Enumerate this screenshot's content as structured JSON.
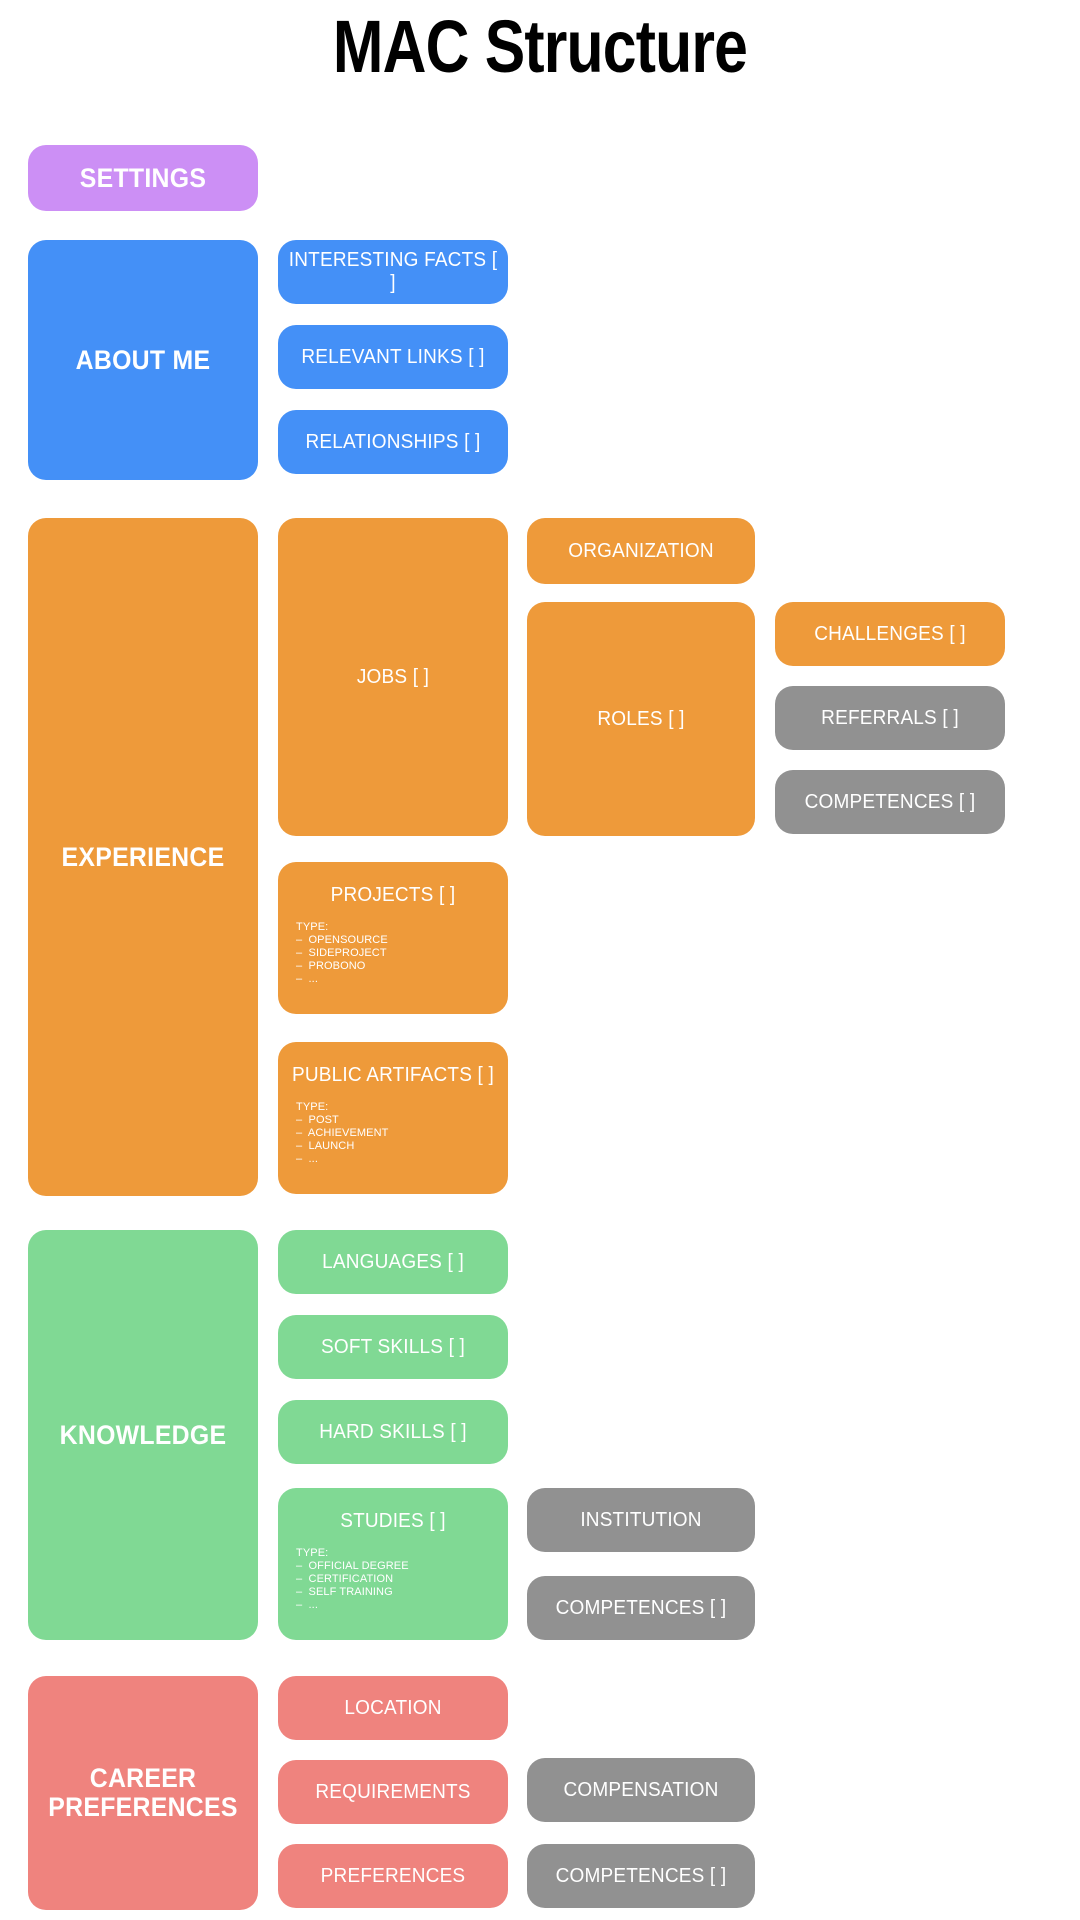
{
  "page": {
    "title": "MAC Structure",
    "background": "#ffffff"
  },
  "colors": {
    "purple": "#cc8ff5",
    "blue": "#4490f7",
    "orange": "#ee9a3a",
    "green": "#80d994",
    "coral": "#ef837e",
    "gray": "#919191",
    "title_text": "#000000",
    "card_text": "#ffffff"
  },
  "sections": {
    "settings": {
      "label": "SETTINGS"
    },
    "about_me": {
      "label": "ABOUT ME",
      "children": [
        {
          "label": "INTERESTING FACTS [ ]"
        },
        {
          "label": "RELEVANT LINKS [ ]"
        },
        {
          "label": "RELATIONSHIPS [ ]"
        }
      ]
    },
    "experience": {
      "label": "EXPERIENCE",
      "jobs": {
        "label": "JOBS [ ]"
      },
      "organization": {
        "label": "ORGANIZATION"
      },
      "roles": {
        "label": "ROLES [ ]"
      },
      "challenges": {
        "label": "CHALLENGES [ ]"
      },
      "referrals": {
        "label": "REFERRALS [ ]"
      },
      "competences": {
        "label": "COMPETENCES [ ]"
      },
      "projects": {
        "label": "PROJECTS [ ]",
        "type_heading": "TYPE:",
        "types": [
          "OPENSOURCE",
          "SIDEPROJECT",
          "PROBONO",
          "..."
        ]
      },
      "public_artifacts": {
        "label": "PUBLIC ARTIFACTS [ ]",
        "type_heading": "TYPE:",
        "types": [
          "POST",
          "ACHIEVEMENT",
          "LAUNCH",
          "..."
        ]
      }
    },
    "knowledge": {
      "label": "KNOWLEDGE",
      "languages": {
        "label": "LANGUAGES [ ]"
      },
      "soft_skills": {
        "label": "SOFT SKILLS [ ]"
      },
      "hard_skills": {
        "label": "HARD SKILLS [ ]"
      },
      "studies": {
        "label": "STUDIES [ ]",
        "type_heading": "TYPE:",
        "types": [
          "OFFICIAL DEGREE",
          "CERTIFICATION",
          "SELF TRAINING",
          "..."
        ]
      },
      "institution": {
        "label": "INSTITUTION"
      },
      "competences": {
        "label": "COMPETENCES [ ]"
      }
    },
    "career_preferences": {
      "label_line1": "CAREER",
      "label_line2": "PREFERENCES",
      "location": {
        "label": "LOCATION"
      },
      "requirements": {
        "label": "REQUIREMENTS"
      },
      "preferences": {
        "label": "PREFERENCES"
      },
      "compensation": {
        "label": "COMPENSATION"
      },
      "competences": {
        "label": "COMPETENCES [ ]"
      }
    }
  }
}
